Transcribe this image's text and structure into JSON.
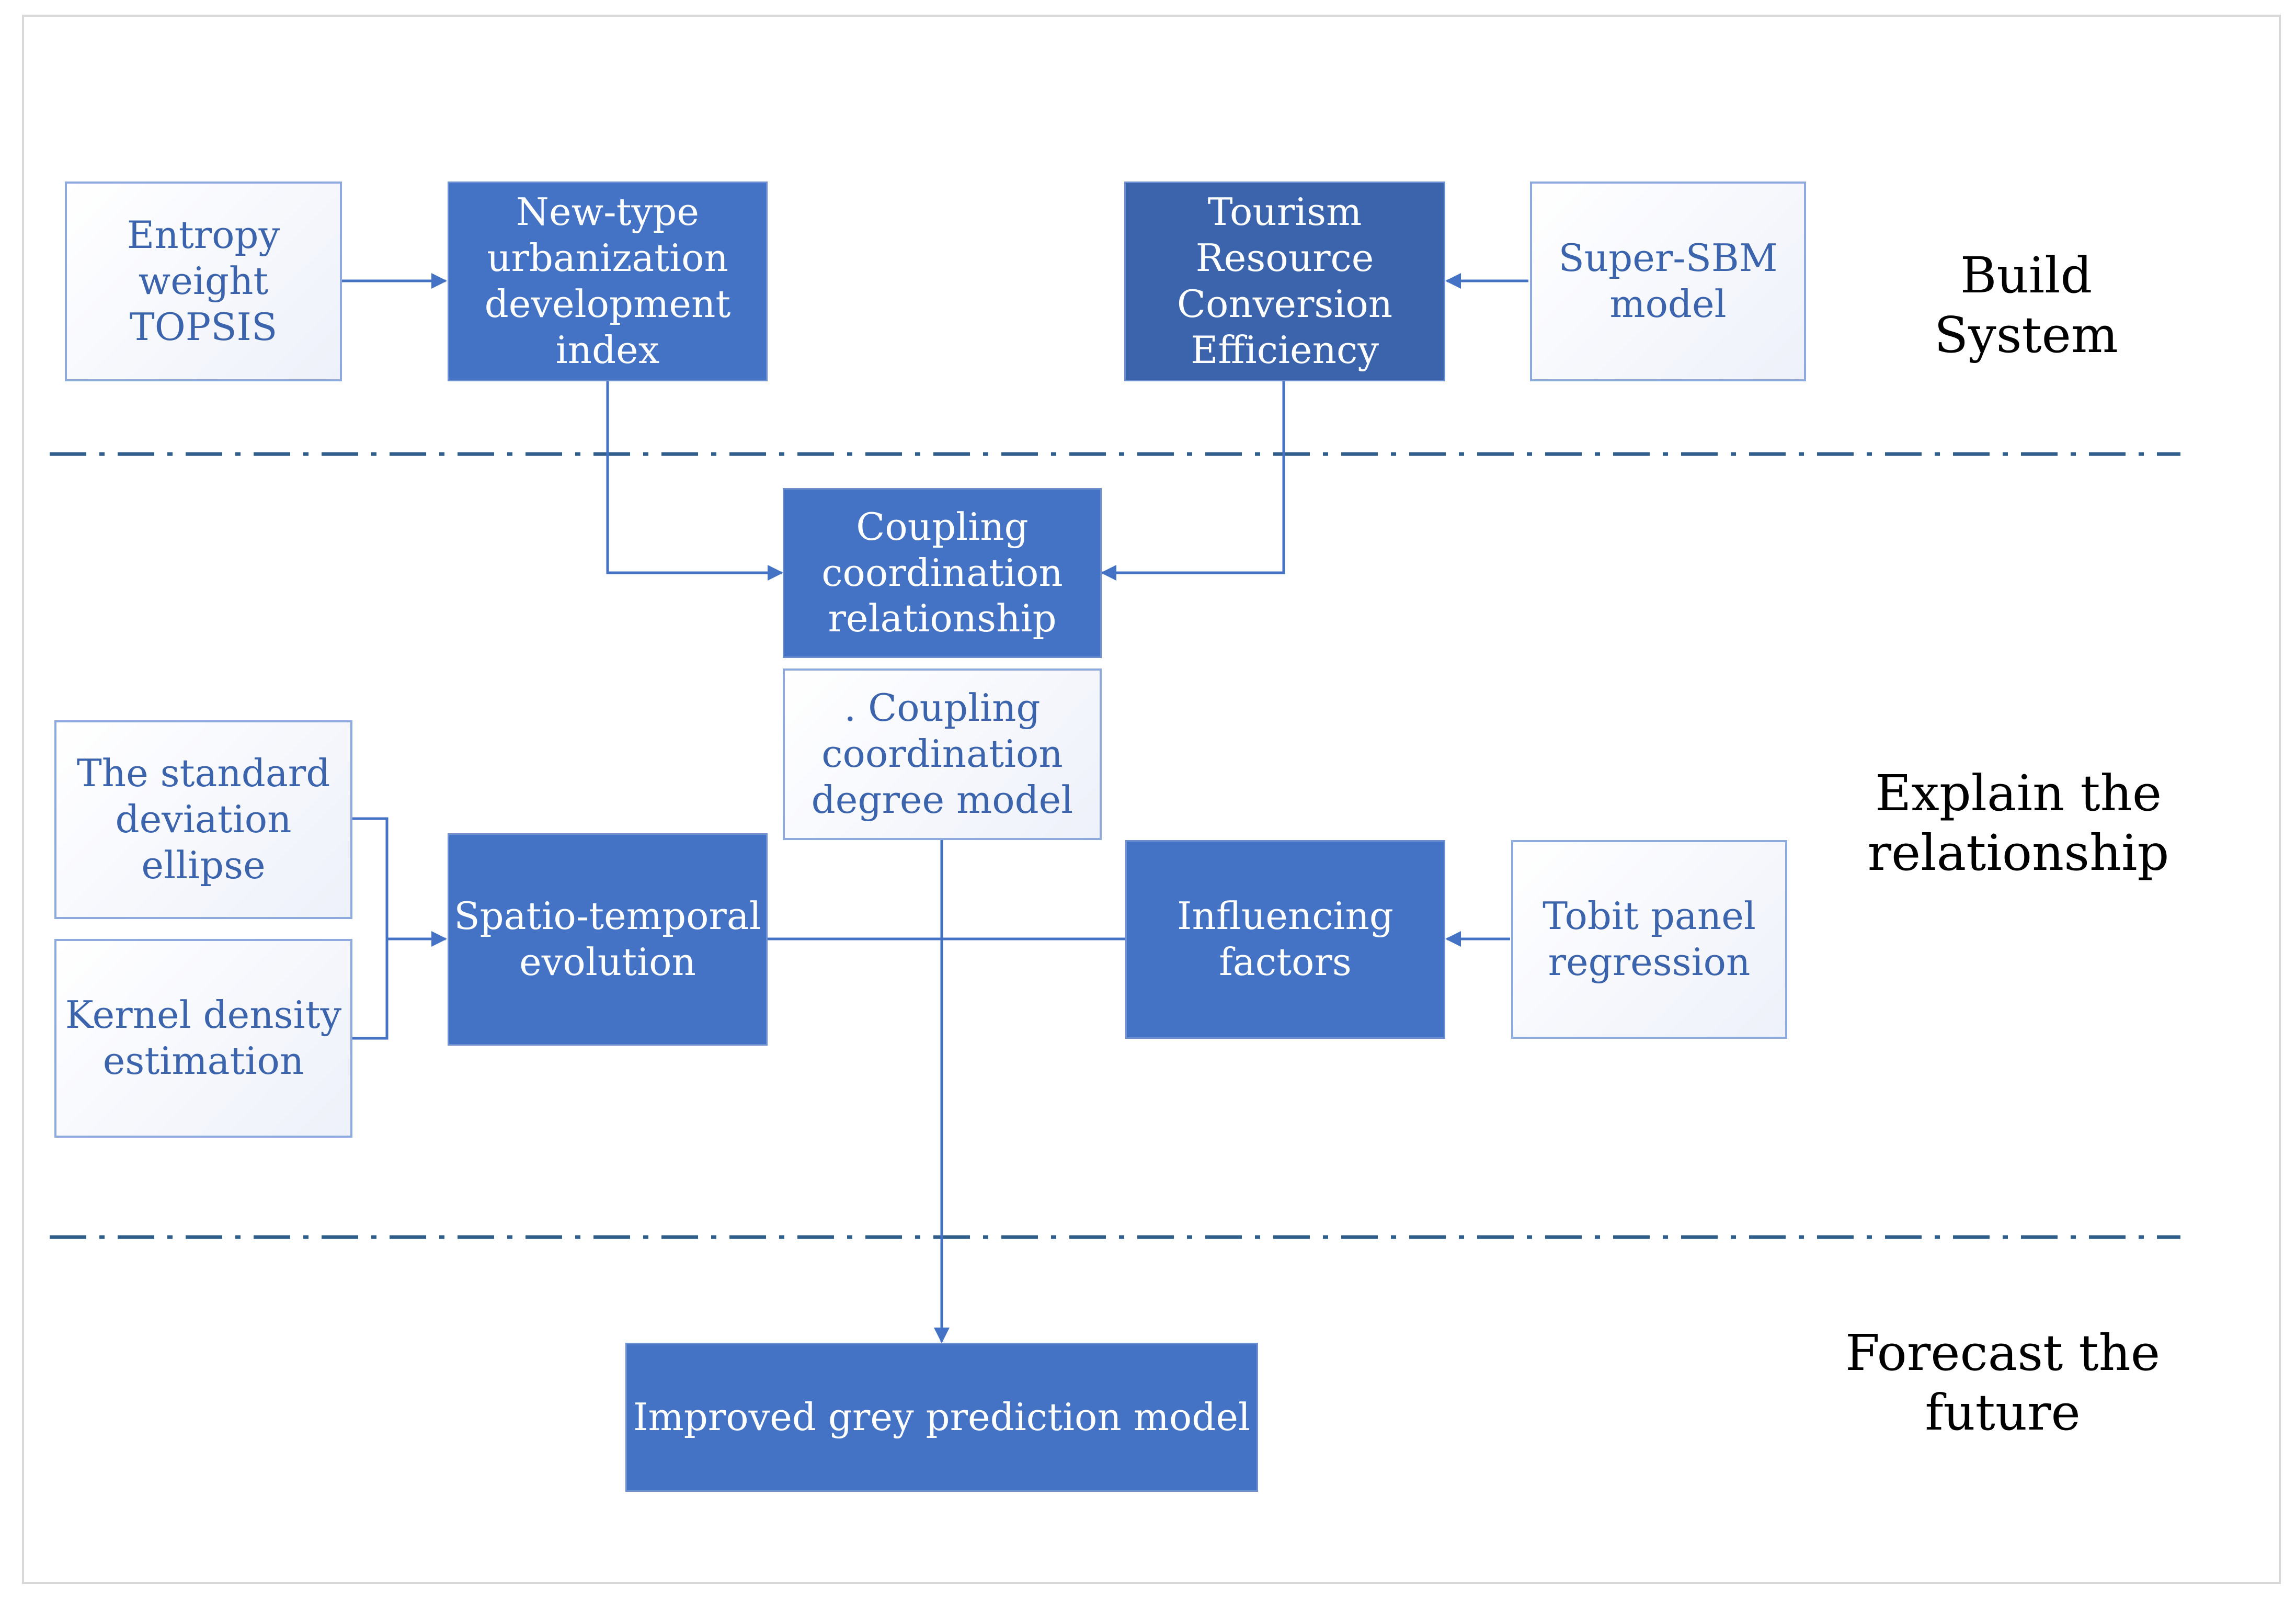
{
  "colors": {
    "box_fill": "#4472c4",
    "box_fill_dark": "#3b64ad",
    "outline_text": "#3b64ad",
    "outline_border": "#8ea9db",
    "connector": "#4472c4",
    "separator": "#2f5f8a"
  },
  "stages": {
    "build": "Build System",
    "explain": "Explain the\nrelationship",
    "forecast": "Forecast the\nfuture"
  },
  "boxes": {
    "entropy": "Entropy\nweight\nTOPSIS",
    "urbanization": "New-type\nurbanization\ndevelopment\nindex",
    "tourism": "Tourism\nResource\nConversion\nEfficiency",
    "super_sbm": "Super-SBM\nmodel",
    "coupling_relationship": "Coupling\ncoordination\nrelationship",
    "coupling_model": ". Coupling\ncoordination\ndegree model",
    "std_ellipse": "The standard\ndeviation\nellipse",
    "kernel_density": "Kernel density\nestimation",
    "spatio_temporal": "Spatio-temporal\nevolution",
    "influencing": "Influencing\nfactors",
    "tobit": "Tobit panel\nregression",
    "grey_model": "Improved grey prediction model"
  }
}
